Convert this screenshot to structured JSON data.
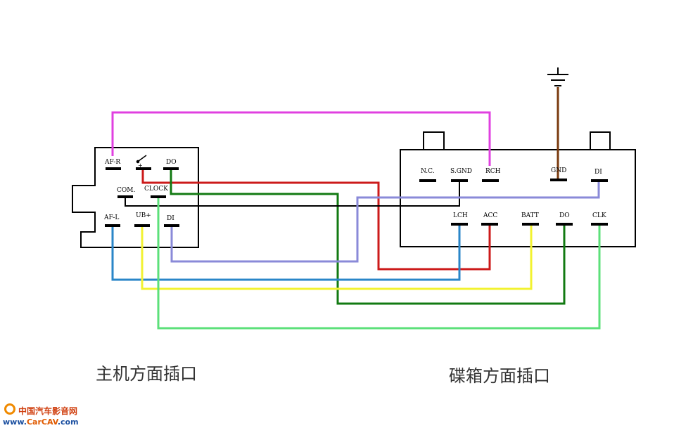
{
  "head_unit": {
    "caption": "主机方面插口",
    "pins": {
      "af_r": "AF-R",
      "do": "DO",
      "com": "COM.",
      "clock": "CLOCK",
      "af_l": "AF-L",
      "ub": "UB+",
      "di": "DI",
      "plus": "+"
    }
  },
  "changer": {
    "caption": "碟箱方面插口",
    "pins": {
      "nc": "N.C.",
      "sgnd": "S.GND",
      "rch": "RCH",
      "gnd": "GND",
      "di": "DI",
      "lch": "LCH",
      "acc": "ACC",
      "batt": "BATT",
      "do": "DO",
      "clk": "CLK"
    }
  },
  "wire_colors": {
    "magenta": "#e040e0",
    "red": "#cc1a1a",
    "dark_green": "#127a12",
    "black": "#000000",
    "lavender": "#8a8ad8",
    "blue": "#2a86c8",
    "yellow": "#f2f230",
    "light_green": "#5ce07a",
    "brown": "#7a3a0e"
  },
  "watermark": {
    "name": "中国汽车影音网",
    "url_prefix": "www.",
    "url_brand": "CarCAV",
    "url_suffix": ".com"
  }
}
